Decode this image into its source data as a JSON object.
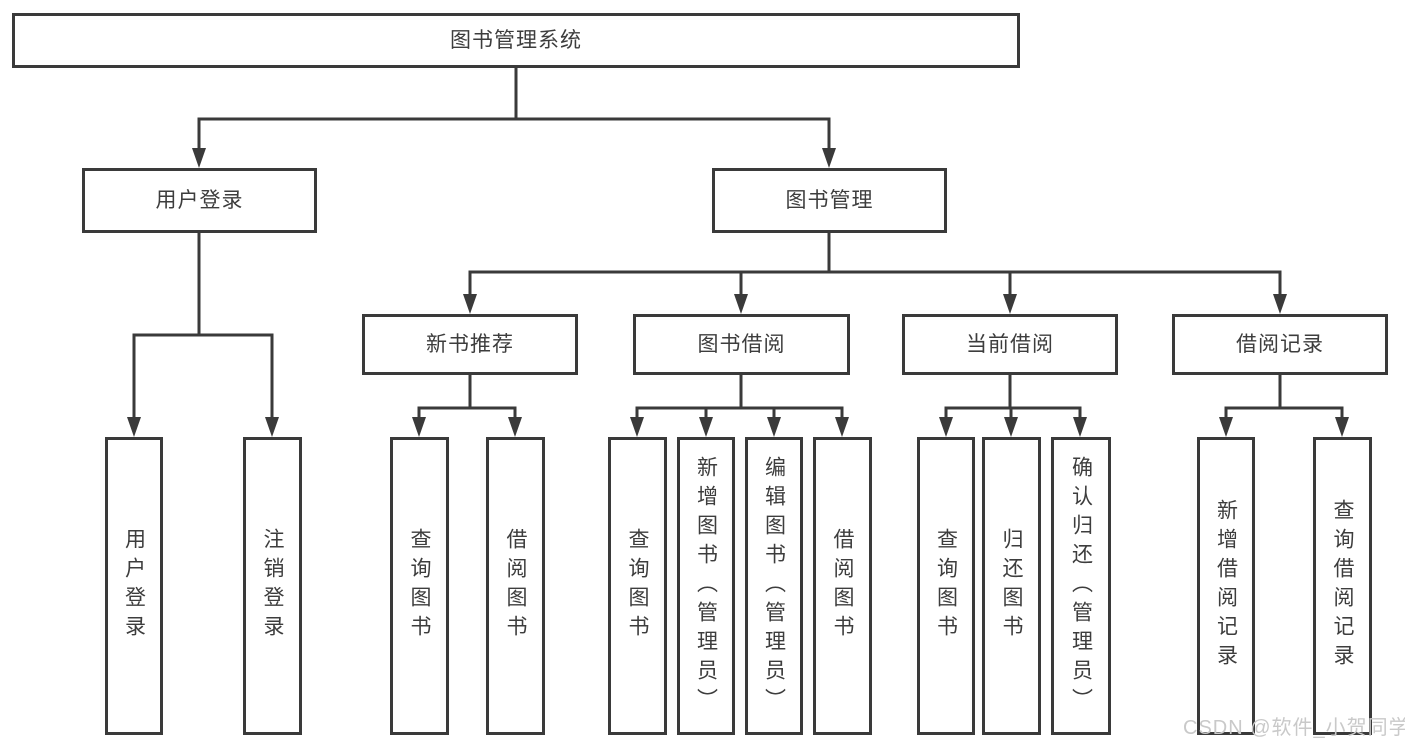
{
  "diagram": {
    "root": "图书管理系统",
    "level2": {
      "user_login": "用户登录",
      "book_management": "图书管理"
    },
    "level3": {
      "new_book_recommend": "新书推荐",
      "book_borrow": "图书借阅",
      "current_borrow": "当前借阅",
      "borrow_records": "借阅记录"
    },
    "leaves": {
      "user_login": [
        "用户登录",
        "注销登录"
      ],
      "new_book_recommend": [
        "查询图书",
        "借阅图书"
      ],
      "book_borrow": [
        "查询图书",
        "新增图书（管理员）",
        "编辑图书（管理员）",
        "借阅图书"
      ],
      "current_borrow": [
        "查询图书",
        "归还图书",
        "确认归还（管理员）"
      ],
      "borrow_records": [
        "新增借阅记录",
        "查询借阅记录"
      ]
    }
  },
  "watermark": "CSDN @软件_小贺同学",
  "colors": {
    "line": "#3a3a3a",
    "text": "#3d3d3d",
    "watermark": "#c9c9c9",
    "background": "#ffffff"
  }
}
